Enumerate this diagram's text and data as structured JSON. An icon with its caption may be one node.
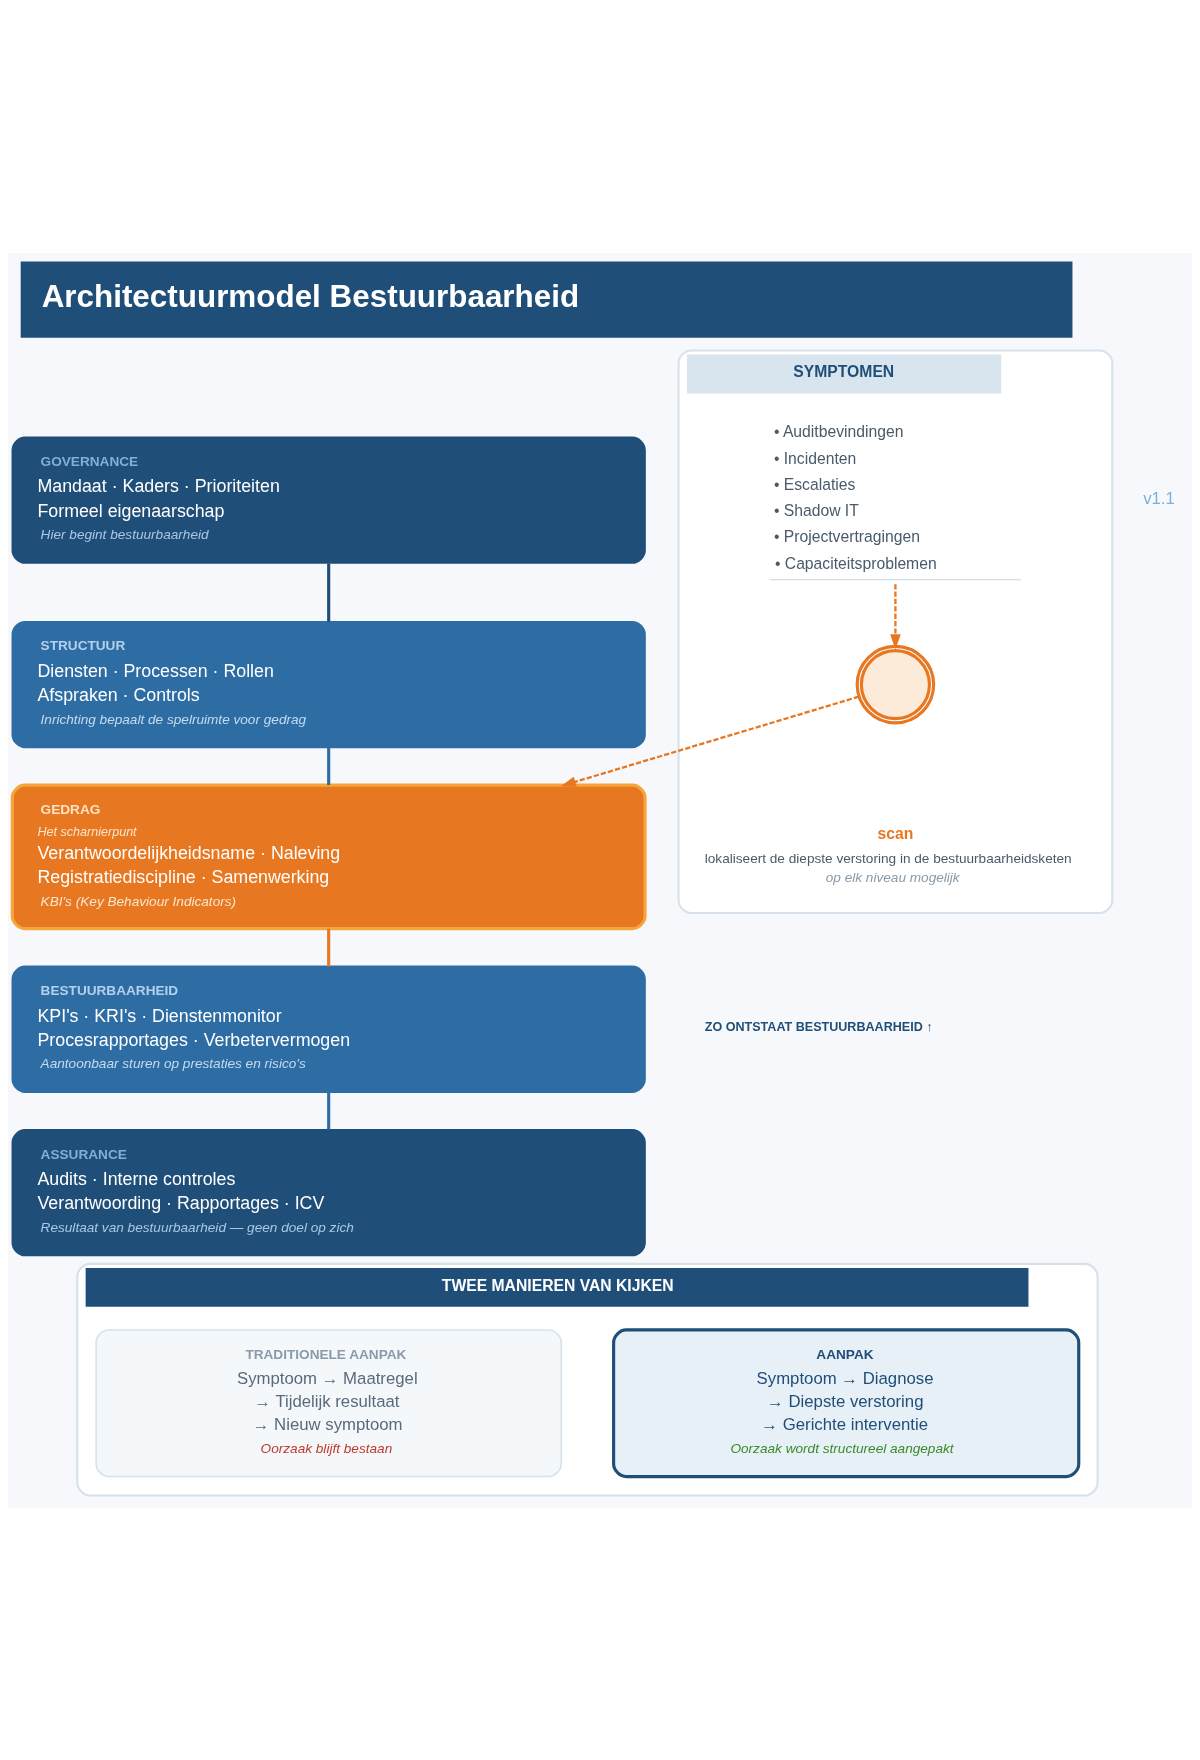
{
  "diagram": {
    "title": "Architectuurmodel Bestuurbaarheid",
    "nodes": [
      {
        "text": [
          "GOVERNANCE",
          "Mandaat · Kaders · Prioriteiten",
          "Formeel eigenaarschap",
          "Hier begint bestuurbaarheid"
        ]
      },
      {
        "text": [
          "STRUCTUUR",
          "Diensten · Processen · Rollen",
          "Afspraken · Controls",
          "Inrichting bepaalt de spelruimte voor gedrag"
        ]
      },
      {
        "text": [
          "GEDRAG",
          "Het scharnierpunt",
          "Verantwoordelijkheidsname · Naleving",
          "Registratiediscipline · Samenwerking",
          "KBI's (Key Behaviour Indicators)"
        ]
      },
      {
        "text": [
          "BESTUURBAARHEID",
          "KPI's · KRI's · Dienstenmonitor",
          "Procesrapportages · Verbetervermogen",
          "Aantoonbaar sturen op prestaties en risico's"
        ]
      },
      {
        "text": [
          "ASSURANCE",
          "Audits · Interne controles",
          "Verantwoording · Rapportages · ICV",
          "Resultaat van bestuurbaarheid — geen doel op zich"
        ]
      },
      {
        "text": [
          "SYMPTOMEN"
        ]
      },
      {
        "text": [
          "• Auditbevindingen",
          "• Incidenten",
          "• Escalaties",
          "• Shadow IT",
          "• Projectvertragingen",
          "• Capaciteitsproblemen"
        ],
        "in": 5
      },
      {
        "text": [],
        "shape": "picture",
        "in": 5,
        "beside": [
          "scan",
          "lokaliseert de diepste verstoring in de bestuurbaarheidsketen",
          "op elk niveau mogelijk"
        ]
      },
      {
        "text": [
          "TWEE MANIEREN VAN KIJKEN"
        ]
      },
      {
        "text": [
          "TRADITIONELE AANPAK",
          "Symptoom → Maatregel",
          "→ Tijdelijk resultaat",
          "→ Nieuw symptoom",
          "Oorzaak blijft bestaan"
        ],
        "in": 8
      },
      {
        "text": [
          "AANPAK",
          "Symptoom → Diagnose",
          "→ Diepste verstoring",
          "→ Gerichte interventie",
          "Oorzaak wordt structureel aangepakt"
        ],
        "in": 8
      }
    ],
    "edges": [
      {
        "from": 0,
        "to": 1,
        "arrow": "none",
        "color": "#1f4e79"
      },
      {
        "from": 1,
        "to": 2,
        "arrow": "none",
        "color": "#2e6da4"
      },
      {
        "from": 2,
        "to": 3,
        "arrow": "none",
        "color": "#e87722"
      },
      {
        "from": 3,
        "to": 4,
        "arrow": "none",
        "color": "#2e6da4"
      },
      {
        "from": 6,
        "to": 7,
        "arrow": "to",
        "style": "dashed",
        "color": "#e87722"
      },
      {
        "from": 7,
        "to": 2,
        "arrow": "to",
        "style": "dashed",
        "color": "#e87722"
      }
    ],
    "labels": [
      "v1.1",
      "ZO ONTSTAAT BESTUURBAARHEID ↑"
    ]
  }
}
